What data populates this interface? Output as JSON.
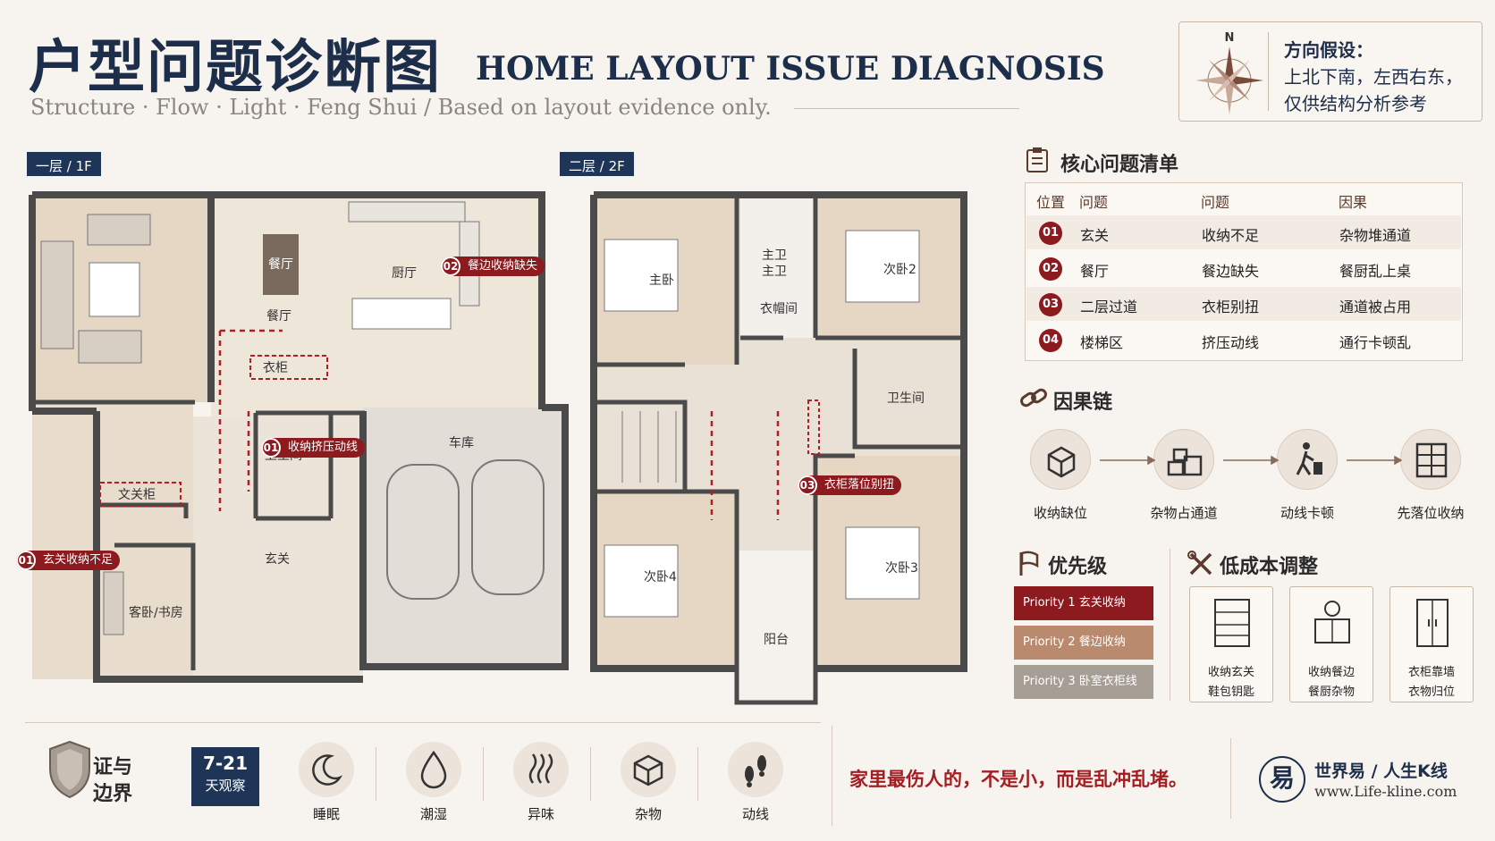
{
  "header": {
    "title_zh": "户型问题诊断图",
    "title_en": "HOME LAYOUT ISSUE DIAGNOSIS",
    "subtitle": "Structure · Flow · Light · Feng Shui / Based on layout evidence only."
  },
  "direction": {
    "compass_n": "N",
    "title": "方向假设：",
    "line1": "上北下南，左西右东，",
    "line2": "仅供结构分析参考"
  },
  "floor1": {
    "tag": "一层 / 1F",
    "rooms": {
      "dining": "餐厅",
      "dining2": "餐厅",
      "kitchen": "厨厅",
      "bath": "卫生间",
      "garage": "车库",
      "entry": "玄关",
      "guest": "客卧/书房",
      "shoe": "文关柜",
      "cab": "衣柜"
    },
    "callouts": [
      {
        "num": "02",
        "text": "餐边收纳缺失"
      },
      {
        "num": "01",
        "text": "收纳挤压动线"
      },
      {
        "num": "01",
        "text": "玄关收纳不足"
      }
    ]
  },
  "floor2": {
    "tag": "二层 / 2F",
    "rooms": {
      "master": "主卧",
      "master_bath_1": "主卫",
      "master_bath_2": "主卫",
      "closet": "衣帽间",
      "bed2": "次卧2",
      "bath": "卫生间",
      "bed4": "次卧4",
      "bed3": "次卧3",
      "balcony": "阳台"
    },
    "callouts": [
      {
        "num": "03",
        "text": "衣柜落位别扭"
      }
    ]
  },
  "issues": {
    "title": "核心问题清单",
    "headers": [
      "位置",
      "问题",
      "问题",
      "因果"
    ],
    "rows": [
      {
        "num": "01",
        "location": "玄关",
        "issue": "收纳不足",
        "effect": "杂物堆通道"
      },
      {
        "num": "02",
        "location": "餐厅",
        "issue": "餐边缺失",
        "effect": "餐厨乱上桌"
      },
      {
        "num": "03",
        "location": "二层过道",
        "issue": "衣柜别扭",
        "effect": "通道被占用"
      },
      {
        "num": "04",
        "location": "楼梯区",
        "issue": "挤压动线",
        "effect": "通行卡顿乱"
      }
    ]
  },
  "chain": {
    "title": "因果链",
    "steps": [
      {
        "label": "收纳缺位",
        "icon": "box-icon"
      },
      {
        "label": "杂物占通道",
        "icon": "clutter-icon"
      },
      {
        "label": "动线卡顿",
        "icon": "walker-icon"
      },
      {
        "label": "先落位收纳",
        "icon": "shelf-icon"
      }
    ]
  },
  "priority": {
    "title": "优先级",
    "items": [
      {
        "label": "Priority 1   玄关收纳",
        "color": "#8c1a1f"
      },
      {
        "label": "Priority 2   餐边收纳",
        "color": "#b98a6e"
      },
      {
        "label": "Priority 3   卧室衣柜线",
        "color": "#a69d95"
      }
    ]
  },
  "adjust": {
    "title": "低成本调整",
    "cards": [
      {
        "line1": "收纳玄关",
        "line2": "鞋包钥匙"
      },
      {
        "line1": "收纳餐边",
        "line2": "餐厨杂物"
      },
      {
        "line1": "衣柜靠墙",
        "line2": "衣物归位"
      }
    ]
  },
  "bottom": {
    "shield_line1": "证与",
    "shield_line2": "边界",
    "badge_line1": "7-21",
    "badge_line2": "天观察",
    "icons": [
      {
        "label": "睡眠",
        "icon": "moon-icon"
      },
      {
        "label": "潮湿",
        "icon": "drop-icon"
      },
      {
        "label": "异味",
        "icon": "odor-icon"
      },
      {
        "label": "杂物",
        "icon": "box-icon"
      },
      {
        "label": "动线",
        "icon": "footprints-icon"
      }
    ],
    "quote": "家里最伤人的，不是小，而是乱冲乱堵。",
    "brand_logo": "易",
    "brand_name": "世界易 / 人生K线",
    "brand_url": "www.Life-kline.com"
  },
  "colors": {
    "navy": "#1c2e4a",
    "crimson": "#8c1a1f",
    "wall": "#4a4a4a",
    "floor_tan": "#e8d9c8"
  }
}
